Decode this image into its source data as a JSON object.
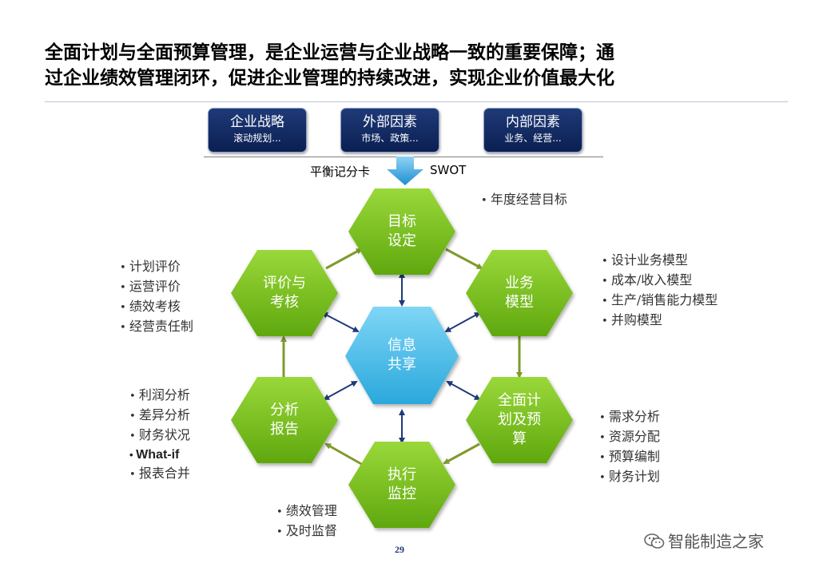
{
  "header": {
    "title_line1": "全面计划与全面预算管理，是企业运营与企业战略一致的重要保障；通",
    "title_line2": "过企业绩效管理闭环，促进企业管理的持续改进，实现企业价值最大化"
  },
  "factors": [
    {
      "title": "企业战略",
      "subtitle": "滚动规划..."
    },
    {
      "title": "外部因素",
      "subtitle": "市场、政策..."
    },
    {
      "title": "内部因素",
      "subtitle": "业务、经营..."
    }
  ],
  "down_arrow": {
    "left_label": "平衡记分卡",
    "right_label": "SWOT"
  },
  "hexagons": {
    "top": {
      "line1": "目标",
      "line2": "设定"
    },
    "upper_right": {
      "line1": "业务",
      "line2": "模型"
    },
    "lower_right": {
      "line1": "全面计",
      "line2": "划及预",
      "line3": "算"
    },
    "bottom": {
      "line1": "执行",
      "line2": "监控"
    },
    "lower_left": {
      "line1": "分析",
      "line2": "报告"
    },
    "upper_left": {
      "line1": "评价与",
      "line2": "考核"
    },
    "center": {
      "line1": "信息",
      "line2": "共享"
    }
  },
  "bullet_lists": {
    "target": [
      "年度经营目标"
    ],
    "business_model": [
      "设计业务模型",
      "成本/收入模型",
      "生产/销售能力模型",
      "并购模型"
    ],
    "plan_budget": [
      "需求分析",
      "资源分配",
      "预算编制",
      "财务计划"
    ],
    "execution": [
      "绩效管理",
      "及时监督"
    ],
    "analysis": [
      "利润分析",
      "差异分析",
      "财务状况",
      "What-if",
      "报表合并"
    ],
    "evaluation": [
      "计划评价",
      "运营评价",
      "绩效考核",
      "经营责任制"
    ]
  },
  "colors": {
    "hex_green": "#7dc21e",
    "hex_center": "#4fc0ea",
    "factor_navy": "#0b1f52",
    "cycle_arrow": "#7f9a2c",
    "spoke_arrow": "#1f3a78"
  },
  "footer": {
    "page_number": "29",
    "watermark": "智能制造之家"
  }
}
